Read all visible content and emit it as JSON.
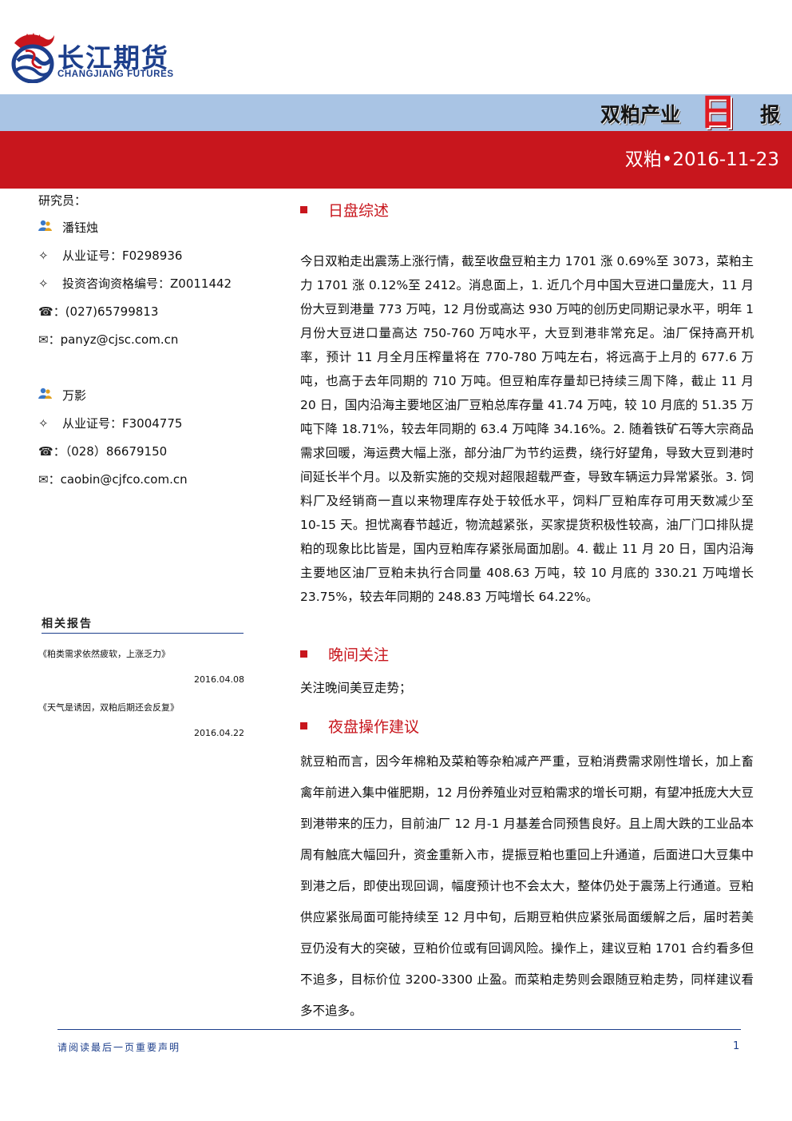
{
  "brand": {
    "name_cn": "长江期货",
    "name_en": "CHANGJIANG FUTURES",
    "blue": "#1d3f8c",
    "red": "#c8161d",
    "light_blue": "#a9c4e4"
  },
  "banner": {
    "title_prefix": "双粕产业",
    "title_ri": "日",
    "title_suffix": "报",
    "date_line": "双粕•2016-11-23"
  },
  "sidebar": {
    "heading": "研究员：",
    "analysts": [
      {
        "icon": "person-icon",
        "name": "潘钰烛",
        "cert": "从业证号：F0298936",
        "cert2": "投资咨询资格编号：Z0011442",
        "phone_label": "：",
        "phone": "(027)65799813",
        "email_label": "：",
        "email": "panyz@cjsc.com.cn"
      },
      {
        "icon": "person-icon",
        "name": "万影",
        "cert": "从业证号：F3004775",
        "phone_label": "：",
        "phone": "（028）86679150",
        "email_label": "：",
        "email": "caobin@cjfco.com.cn"
      }
    ],
    "related_title": "相关报告",
    "related": [
      {
        "title": "《粕类需求依然疲软，上涨乏力》",
        "date": "2016.04.08"
      },
      {
        "title": "《天气是诱因，双粕后期还会反复》",
        "date": "2016.04.22"
      }
    ]
  },
  "sections": [
    {
      "heading": "日盘综述",
      "body": "今日双粕走出震荡上涨行情，截至收盘豆粕主力 1701 涨 0.69%至 3073，菜粕主力 1701 涨 0.12%至 2412。消息面上，1. 近几个月中国大豆进口量庞大，11 月份大豆到港量 773 万吨，12 月份或高达 930 万吨的创历史同期记录水平，明年 1 月份大豆进口量高达 750-760 万吨水平，大豆到港非常充足。油厂保持高开机率，预计 11 月全月压榨量将在 770-780 万吨左右，将远高于上月的 677.6 万吨，也高于去年同期的 710 万吨。但豆粕库存量却已持续三周下降，截止 11 月 20 日，国内沿海主要地区油厂豆粕总库存量 41.74 万吨，较 10 月底的 51.35 万吨下降 18.71%，较去年同期的 63.4 万吨降 34.16%。2. 随着铁矿石等大宗商品需求回暖，海运费大幅上涨，部分油厂为节约运费，绕行好望角，导致大豆到港时间延长半个月。以及新实施的交规对超限超载严查，导致车辆运力异常紧张。3. 饲料厂及经销商一直以来物理库存处于较低水平，饲料厂豆粕库存可用天数减少至 10-15 天。担忧离春节越近，物流越紧张，买家提货积极性较高，油厂门口排队提粕的现象比比皆是，国内豆粕库存紧张局面加剧。4. 截止 11 月 20 日，国内沿海主要地区油厂豆粕未执行合同量 408.63 万吨，较 10 月底的 330.21 万吨增长 23.75%，较去年同期的 248.83 万吨增长 64.22%。"
    },
    {
      "heading": "晚间关注",
      "body": "关注晚间美豆走势；"
    },
    {
      "heading": "夜盘操作建议",
      "body": "就豆粕而言，因今年棉粕及菜粕等杂粕减产严重，豆粕消费需求刚性增长，加上畜禽年前进入集中催肥期，12 月份养殖业对豆粕需求的增长可期，有望冲抵庞大大豆到港带来的压力，目前油厂 12 月-1 月基差合同预售良好。且上周大跌的工业品本周有触底大幅回升，资金重新入市，提振豆粕也重回上升通道，后面进口大豆集中到港之后，即使出现回调，幅度预计也不会太大，整体仍处于震荡上行通道。豆粕供应紧张局面可能持续至 12 月中旬，后期豆粕供应紧张局面缓解之后，届时若美豆仍没有大的突破，豆粕价位或有回调风险。操作上，建议豆粕 1701 合约看多但不追多，目标价位 3200-3300 止盈。而菜粕走势则会跟随豆粕走势，同样建议看多不追多。"
    }
  ],
  "footer": {
    "notice": "请阅读最后一页重要声明",
    "page": "1"
  }
}
